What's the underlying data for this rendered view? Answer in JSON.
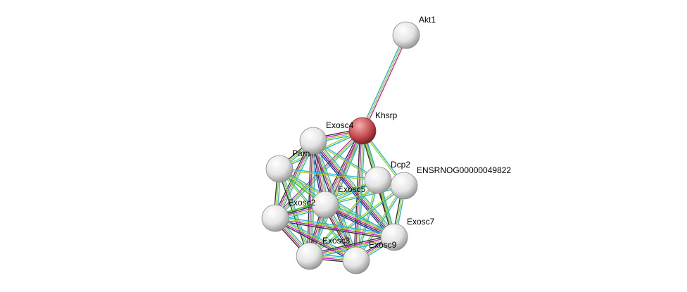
{
  "network": {
    "evidence_colors": {
      "db": "#22b7d8",
      "text": "#a8d020",
      "exp": "#d022c8",
      "coexp": "#333333",
      "homology": "#2a2ae0",
      "neigh": "#28c028"
    },
    "nodes": [
      {
        "id": "Akt1",
        "label": "Akt1",
        "color": "#ffffff",
        "query": false
      },
      {
        "id": "Khsrp",
        "label": "Khsrp",
        "color": "#d8555a",
        "query": true
      },
      {
        "id": "Exosc4",
        "label": "Exosc4",
        "color": "#ffffff",
        "query": false
      },
      {
        "id": "Parn",
        "label": "Parn",
        "color": "#ffffff",
        "query": false
      },
      {
        "id": "Dcp2",
        "label": "Dcp2",
        "color": "#ffffff",
        "query": false
      },
      {
        "id": "ENSRNOG00000049822",
        "label": "ENSRNOG00000049822",
        "color": "#ffffff",
        "query": false
      },
      {
        "id": "Exosc5",
        "label": "Exosc5",
        "color": "#ffffff",
        "query": false
      },
      {
        "id": "Exosc2",
        "label": "Exosc2",
        "color": "#ffffff",
        "query": false
      },
      {
        "id": "Exosc7",
        "label": "Exosc7",
        "color": "#ffffff",
        "query": false
      },
      {
        "id": "Exosc3",
        "label": "Exosc3",
        "color": "#ffffff",
        "query": false
      },
      {
        "id": "Exosc9",
        "label": "Exosc9",
        "color": "#ffffff",
        "query": false
      }
    ],
    "edges": [
      [
        "Khsrp",
        "Akt1",
        [
          "db",
          "text",
          "exp"
        ]
      ],
      [
        "Khsrp",
        "Exosc4",
        [
          "db",
          "text",
          "exp",
          "coexp"
        ]
      ],
      [
        "Khsrp",
        "Parn",
        [
          "db",
          "text"
        ]
      ],
      [
        "Khsrp",
        "Dcp2",
        [
          "db",
          "text"
        ]
      ],
      [
        "Khsrp",
        "ENSRNOG00000049822",
        [
          "db",
          "text"
        ]
      ],
      [
        "Khsrp",
        "Exosc5",
        [
          "db",
          "text",
          "exp",
          "coexp"
        ]
      ],
      [
        "Khsrp",
        "Exosc2",
        [
          "db",
          "text",
          "exp"
        ]
      ],
      [
        "Khsrp",
        "Exosc7",
        [
          "db",
          "text",
          "coexp"
        ]
      ],
      [
        "Khsrp",
        "Exosc3",
        [
          "db",
          "text",
          "exp"
        ]
      ],
      [
        "Khsrp",
        "Exosc9",
        [
          "db",
          "text",
          "exp",
          "coexp"
        ]
      ],
      [
        "Exosc4",
        "Parn",
        [
          "db",
          "text",
          "coexp"
        ]
      ],
      [
        "Exosc4",
        "Dcp2",
        [
          "db",
          "text"
        ]
      ],
      [
        "Exosc4",
        "Exosc5",
        [
          "db",
          "text",
          "exp",
          "coexp",
          "homology"
        ]
      ],
      [
        "Exosc4",
        "Exosc2",
        [
          "db",
          "text",
          "exp",
          "coexp"
        ]
      ],
      [
        "Exosc4",
        "Exosc7",
        [
          "db",
          "text",
          "exp",
          "coexp",
          "homology"
        ]
      ],
      [
        "Exosc4",
        "Exosc3",
        [
          "db",
          "text",
          "exp",
          "coexp"
        ]
      ],
      [
        "Exosc4",
        "Exosc9",
        [
          "db",
          "text",
          "exp",
          "coexp"
        ]
      ],
      [
        "Parn",
        "Dcp2",
        [
          "db",
          "text"
        ]
      ],
      [
        "Parn",
        "Exosc5",
        [
          "db",
          "text",
          "neigh"
        ]
      ],
      [
        "Parn",
        "Exosc2",
        [
          "db",
          "text",
          "coexp"
        ]
      ],
      [
        "Parn",
        "Exosc7",
        [
          "db",
          "text"
        ]
      ],
      [
        "Parn",
        "Exosc3",
        [
          "db",
          "text",
          "coexp"
        ]
      ],
      [
        "Parn",
        "Exosc9",
        [
          "db",
          "text"
        ]
      ],
      [
        "Dcp2",
        "ENSRNOG00000049822",
        [
          "db",
          "text"
        ]
      ],
      [
        "Dcp2",
        "Exosc5",
        [
          "db",
          "text"
        ]
      ],
      [
        "Dcp2",
        "Exosc2",
        [
          "db",
          "text"
        ]
      ],
      [
        "Dcp2",
        "Exosc7",
        [
          "db",
          "text",
          "coexp"
        ]
      ],
      [
        "Dcp2",
        "Exosc3",
        [
          "db",
          "text"
        ]
      ],
      [
        "Dcp2",
        "Exosc9",
        [
          "db",
          "text"
        ]
      ],
      [
        "ENSRNOG00000049822",
        "Exosc5",
        [
          "db",
          "text"
        ]
      ],
      [
        "ENSRNOG00000049822",
        "Exosc7",
        [
          "db",
          "text",
          "coexp"
        ]
      ],
      [
        "ENSRNOG00000049822",
        "Exosc9",
        [
          "db",
          "text"
        ]
      ],
      [
        "ENSRNOG00000049822",
        "Exosc3",
        [
          "db",
          "text"
        ]
      ],
      [
        "Exosc5",
        "Exosc2",
        [
          "db",
          "text",
          "exp",
          "coexp",
          "neigh"
        ]
      ],
      [
        "Exosc5",
        "Exosc7",
        [
          "db",
          "text",
          "exp",
          "coexp",
          "homology"
        ]
      ],
      [
        "Exosc5",
        "Exosc3",
        [
          "db",
          "text",
          "exp",
          "coexp"
        ]
      ],
      [
        "Exosc5",
        "Exosc9",
        [
          "db",
          "text",
          "exp",
          "coexp"
        ]
      ],
      [
        "Exosc2",
        "Exosc7",
        [
          "db",
          "text",
          "exp",
          "coexp"
        ]
      ],
      [
        "Exosc2",
        "Exosc3",
        [
          "db",
          "text",
          "exp",
          "coexp"
        ]
      ],
      [
        "Exosc2",
        "Exosc9",
        [
          "db",
          "text",
          "exp",
          "coexp"
        ]
      ],
      [
        "Exosc7",
        "Exosc3",
        [
          "db",
          "text",
          "exp",
          "coexp"
        ]
      ],
      [
        "Exosc7",
        "Exosc9",
        [
          "db",
          "text",
          "exp",
          "coexp"
        ]
      ],
      [
        "Exosc3",
        "Exosc9",
        [
          "db",
          "text",
          "exp",
          "coexp"
        ]
      ]
    ]
  }
}
